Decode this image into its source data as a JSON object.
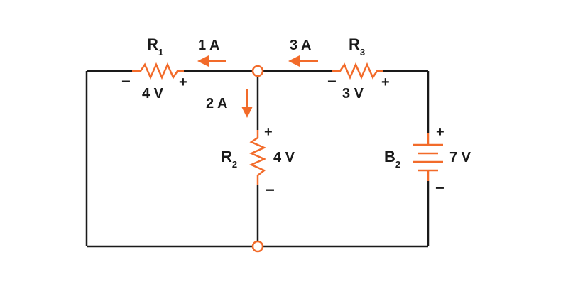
{
  "colors": {
    "wire": "#1a1a1a",
    "component": "#f26b2a",
    "background": "#ffffff"
  },
  "currents": {
    "i1": "1 A",
    "i2": "2 A",
    "i3": "3 A"
  },
  "components": {
    "r1": {
      "name": "R",
      "sub": "1",
      "voltage": "4 V",
      "minus": "−",
      "plus": "+"
    },
    "r2": {
      "name": "R",
      "sub": "2",
      "voltage": "4 V",
      "minus": "−",
      "plus": "+"
    },
    "r3": {
      "name": "R",
      "sub": "3",
      "voltage": "3 V",
      "minus": "−",
      "plus": "+"
    },
    "b2": {
      "name": "B",
      "sub": "2",
      "voltage": "7 V",
      "minus": "−",
      "plus": "+"
    }
  }
}
